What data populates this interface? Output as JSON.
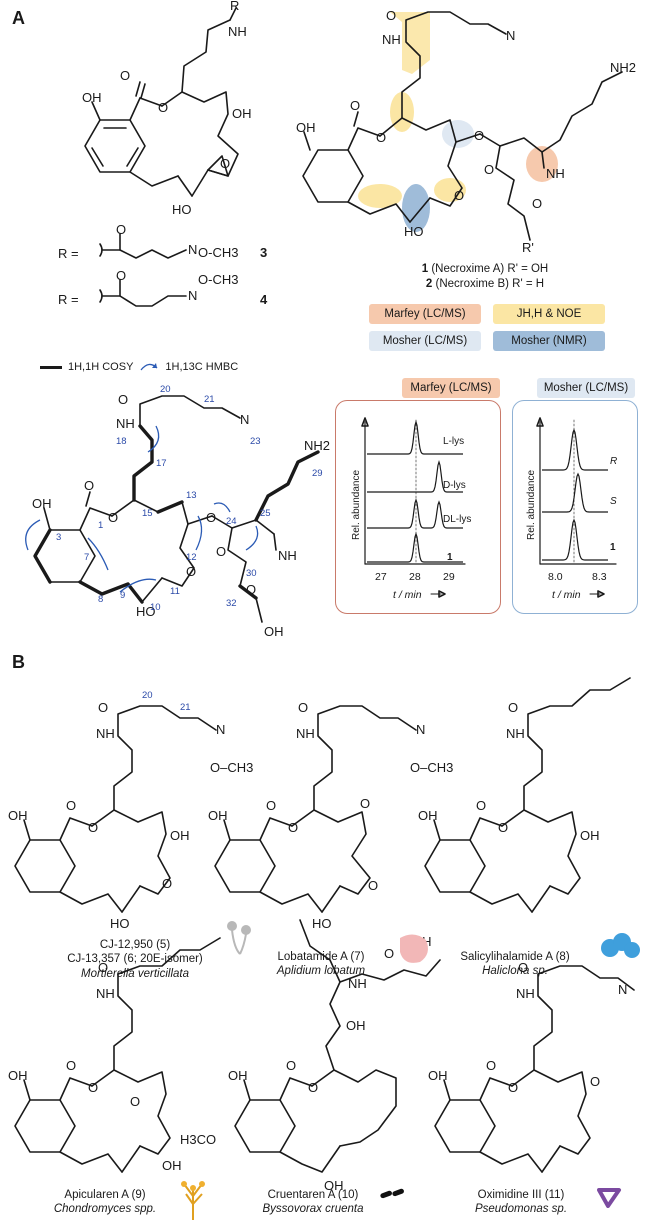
{
  "panels": {
    "a": "A",
    "b": "B"
  },
  "panel_a": {
    "compound_top_left": {
      "r_label": "R",
      "nh": "NH",
      "oh_phenol": "OH",
      "oh_right": "OH",
      "ho_bottom": "HO",
      "r_row_3": {
        "prefix": "R =",
        "group": "O-CH3",
        "number": "3"
      },
      "r_row_4": {
        "prefix": "R =",
        "group": "O-CH3",
        "number": "4"
      }
    },
    "compound_top_right": {
      "nh2": "NH2",
      "nh": "NH",
      "caption_1": {
        "number": "1",
        "name": "(Necroxime A) R' = OH"
      },
      "caption_2": {
        "number": "2",
        "name": "(Necroxime B) R' = H"
      }
    },
    "method_keys": [
      {
        "label": "Marfey (LC/MS)",
        "color": "#f6c9ad"
      },
      {
        "label": "JH,H & NOE",
        "color": "#fbe6a4"
      },
      {
        "label": "Mosher (LC/MS)",
        "color": "#dfe8f2"
      },
      {
        "label": "Mosher (NMR)",
        "color": "#9fbcd9"
      }
    ],
    "legend": {
      "cosy": "1H,1H COSY",
      "hmbc": "1H,13C HMBC"
    },
    "atom_numbers": [
      "20",
      "21",
      "18",
      "17",
      "23",
      "29",
      "3",
      "1",
      "15",
      "13",
      "24",
      "25",
      "7",
      "8",
      "9",
      "10",
      "11",
      "12",
      "30",
      "32"
    ],
    "chromatogram_marfey": {
      "title": "Marfey (LC/MS)",
      "ylabel": "Rel. abundance",
      "xlabel": "t / min",
      "ticks": [
        "27",
        "28",
        "29"
      ],
      "traces": [
        "L-lys",
        "D-lys",
        "DL-lys",
        "1"
      ]
    },
    "chromatogram_mosher": {
      "title": "Mosher (LC/MS)",
      "ylabel": "Rel. abundance",
      "xlabel": "t / min",
      "ticks": [
        "8.0",
        "8.3"
      ],
      "traces": [
        "R",
        "S",
        "1"
      ]
    }
  },
  "panel_b": {
    "compounds": [
      {
        "name_line1": "CJ-12,950 (5)",
        "name_line2": "CJ-13,357 (6; 20E-isomer)",
        "organism": "Mortierella verticillata"
      },
      {
        "name_line1": "Lobatamide A (7)",
        "name_line2": "",
        "organism": "Aplidium lobatum"
      },
      {
        "name_line1": "Salicylihalamide A (8)",
        "name_line2": "",
        "organism": "Haliclona sp."
      },
      {
        "name_line1": "Apicularen A (9)",
        "name_line2": "",
        "organism": "Chondromyces spp."
      },
      {
        "name_line1": "Cruentaren A (10)",
        "name_line2": "",
        "organism": "Byssovorax cruenta"
      },
      {
        "name_line1": "Oximidine III (11)",
        "name_line2": "",
        "organism": "Pseudomonas sp."
      }
    ],
    "b_numbers": [
      "20",
      "21"
    ],
    "atoms": {
      "oh": "OH",
      "ho": "HO",
      "nh": "NH",
      "o": "O",
      "ch3": "CH3",
      "h3co": "H3CO"
    }
  },
  "colors": {
    "marfey": "#f6c9ad",
    "jhh": "#fbe6a4",
    "mosher_lc": "#dfe8f2",
    "mosher_nmr": "#9fbcd9",
    "marfey_border": "#c97a6a",
    "mosher_border": "#8fb1d4",
    "atom_number": "#2b4aa8"
  }
}
